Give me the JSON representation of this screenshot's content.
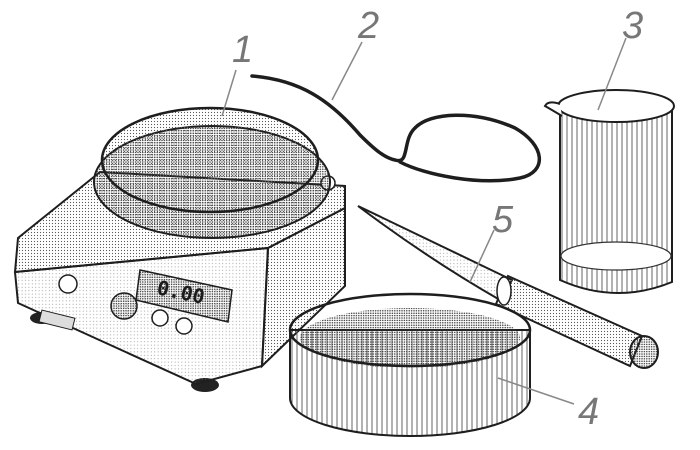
{
  "labels": {
    "scale": "1",
    "wire": "2",
    "beaker": "3",
    "ring": "4",
    "knife": "5"
  },
  "scale_display": "0.00",
  "colors": {
    "ink": "#1e1e1e",
    "label": "#777777"
  }
}
